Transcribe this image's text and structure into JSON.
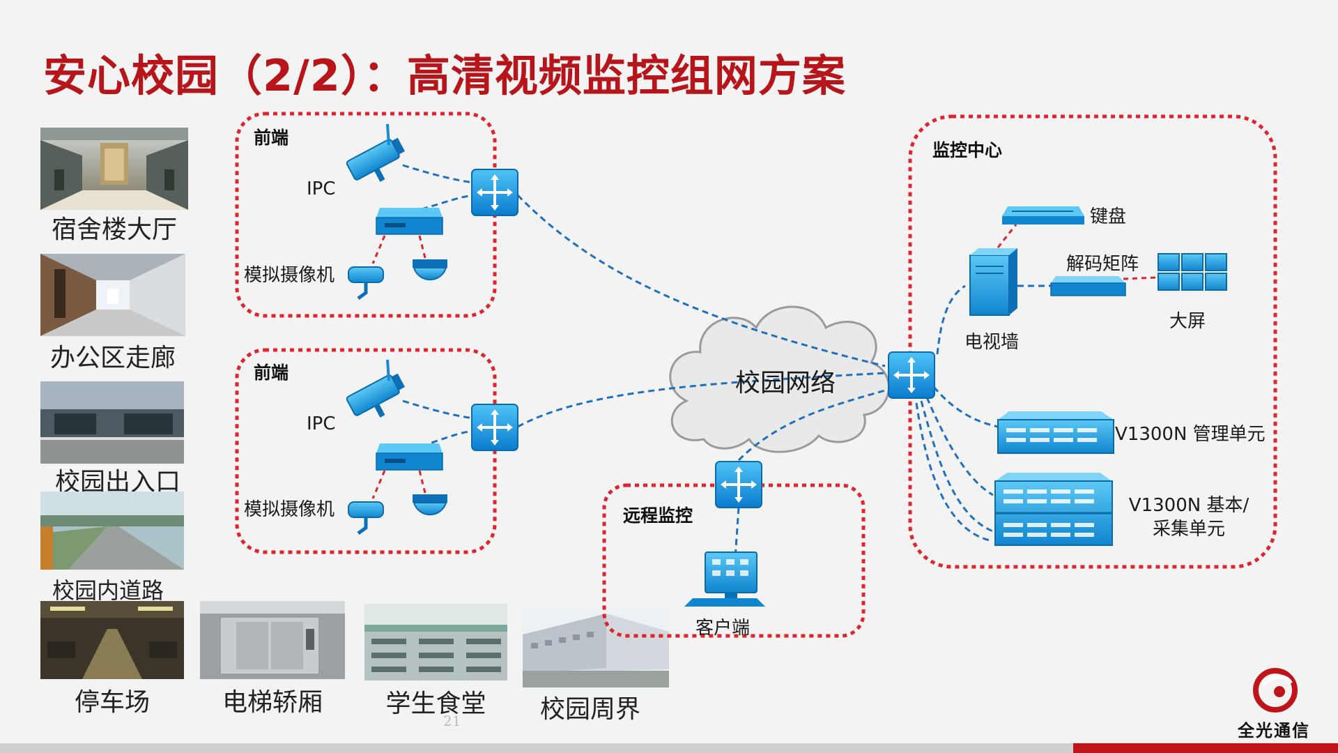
{
  "title": "安心校园（2/2）：高清视频监控组网方案",
  "photos": [
    {
      "key": "dorm",
      "caption": "宿舍楼大厅"
    },
    {
      "key": "office",
      "caption": "办公区走廊"
    },
    {
      "key": "entrance",
      "caption": "校园出入口"
    },
    {
      "key": "road",
      "caption": "校园内道路"
    },
    {
      "key": "parking",
      "caption": "停车场"
    },
    {
      "key": "elevator",
      "caption": "电梯轿厢"
    },
    {
      "key": "canteen",
      "caption": "学生食堂"
    },
    {
      "key": "perimeter",
      "caption": "校园周界"
    }
  ],
  "zones": {
    "front1": {
      "title": "前端",
      "ipc": "IPC",
      "analog": "模拟摄像机"
    },
    "front2": {
      "title": "前端",
      "ipc": "IPC",
      "analog": "模拟摄像机"
    },
    "remote": {
      "title": "远程监控",
      "client": "客户端"
    },
    "center": {
      "title": "监控中心",
      "keyboard": "键盘",
      "decoder": "解码矩阵",
      "screen": "大屏",
      "tvwall": "电视墙",
      "mgmt": "V1300N 管理单元",
      "basic": "V1300N 基本/\n采集单元"
    }
  },
  "network": {
    "label": "校园网络"
  },
  "page_number": "21",
  "logo": {
    "text": "全光通信"
  },
  "colors": {
    "title": "#b8151b",
    "zone_border": "#e0242b",
    "link_blue": "#1e6fc0",
    "link_red": "#e0242b",
    "device_blue": "#1a9be0"
  }
}
